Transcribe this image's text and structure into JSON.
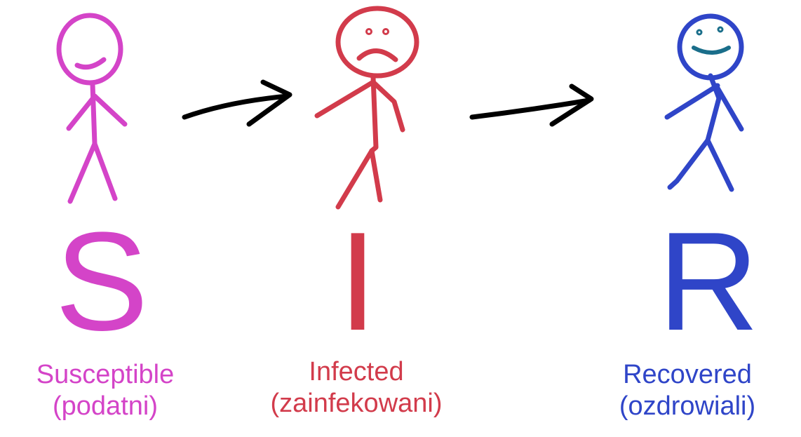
{
  "colors": {
    "susceptible": "#d444c8",
    "infected": "#d23b4b",
    "recovered": "#2f45c8",
    "recovered_face": "#1a6e8a",
    "arrow": "#000000"
  },
  "stages": [
    {
      "letter": "S",
      "label": "Susceptible",
      "label_pl": "(podatni)",
      "mood": "neutral",
      "icon": "stick-figure-neutral-icon"
    },
    {
      "letter": "I",
      "label": "Infected",
      "label_pl": "(zainfekowani)",
      "mood": "sad",
      "icon": "stick-figure-sad-icon"
    },
    {
      "letter": "R",
      "label": "Recovered",
      "label_pl": "(ozdrowiali)",
      "mood": "happy",
      "icon": "stick-figure-happy-icon"
    }
  ],
  "arrows": [
    {
      "from": "S",
      "to": "I",
      "icon": "hand-drawn-arrow-icon"
    },
    {
      "from": "I",
      "to": "R",
      "icon": "hand-drawn-arrow-icon"
    }
  ]
}
